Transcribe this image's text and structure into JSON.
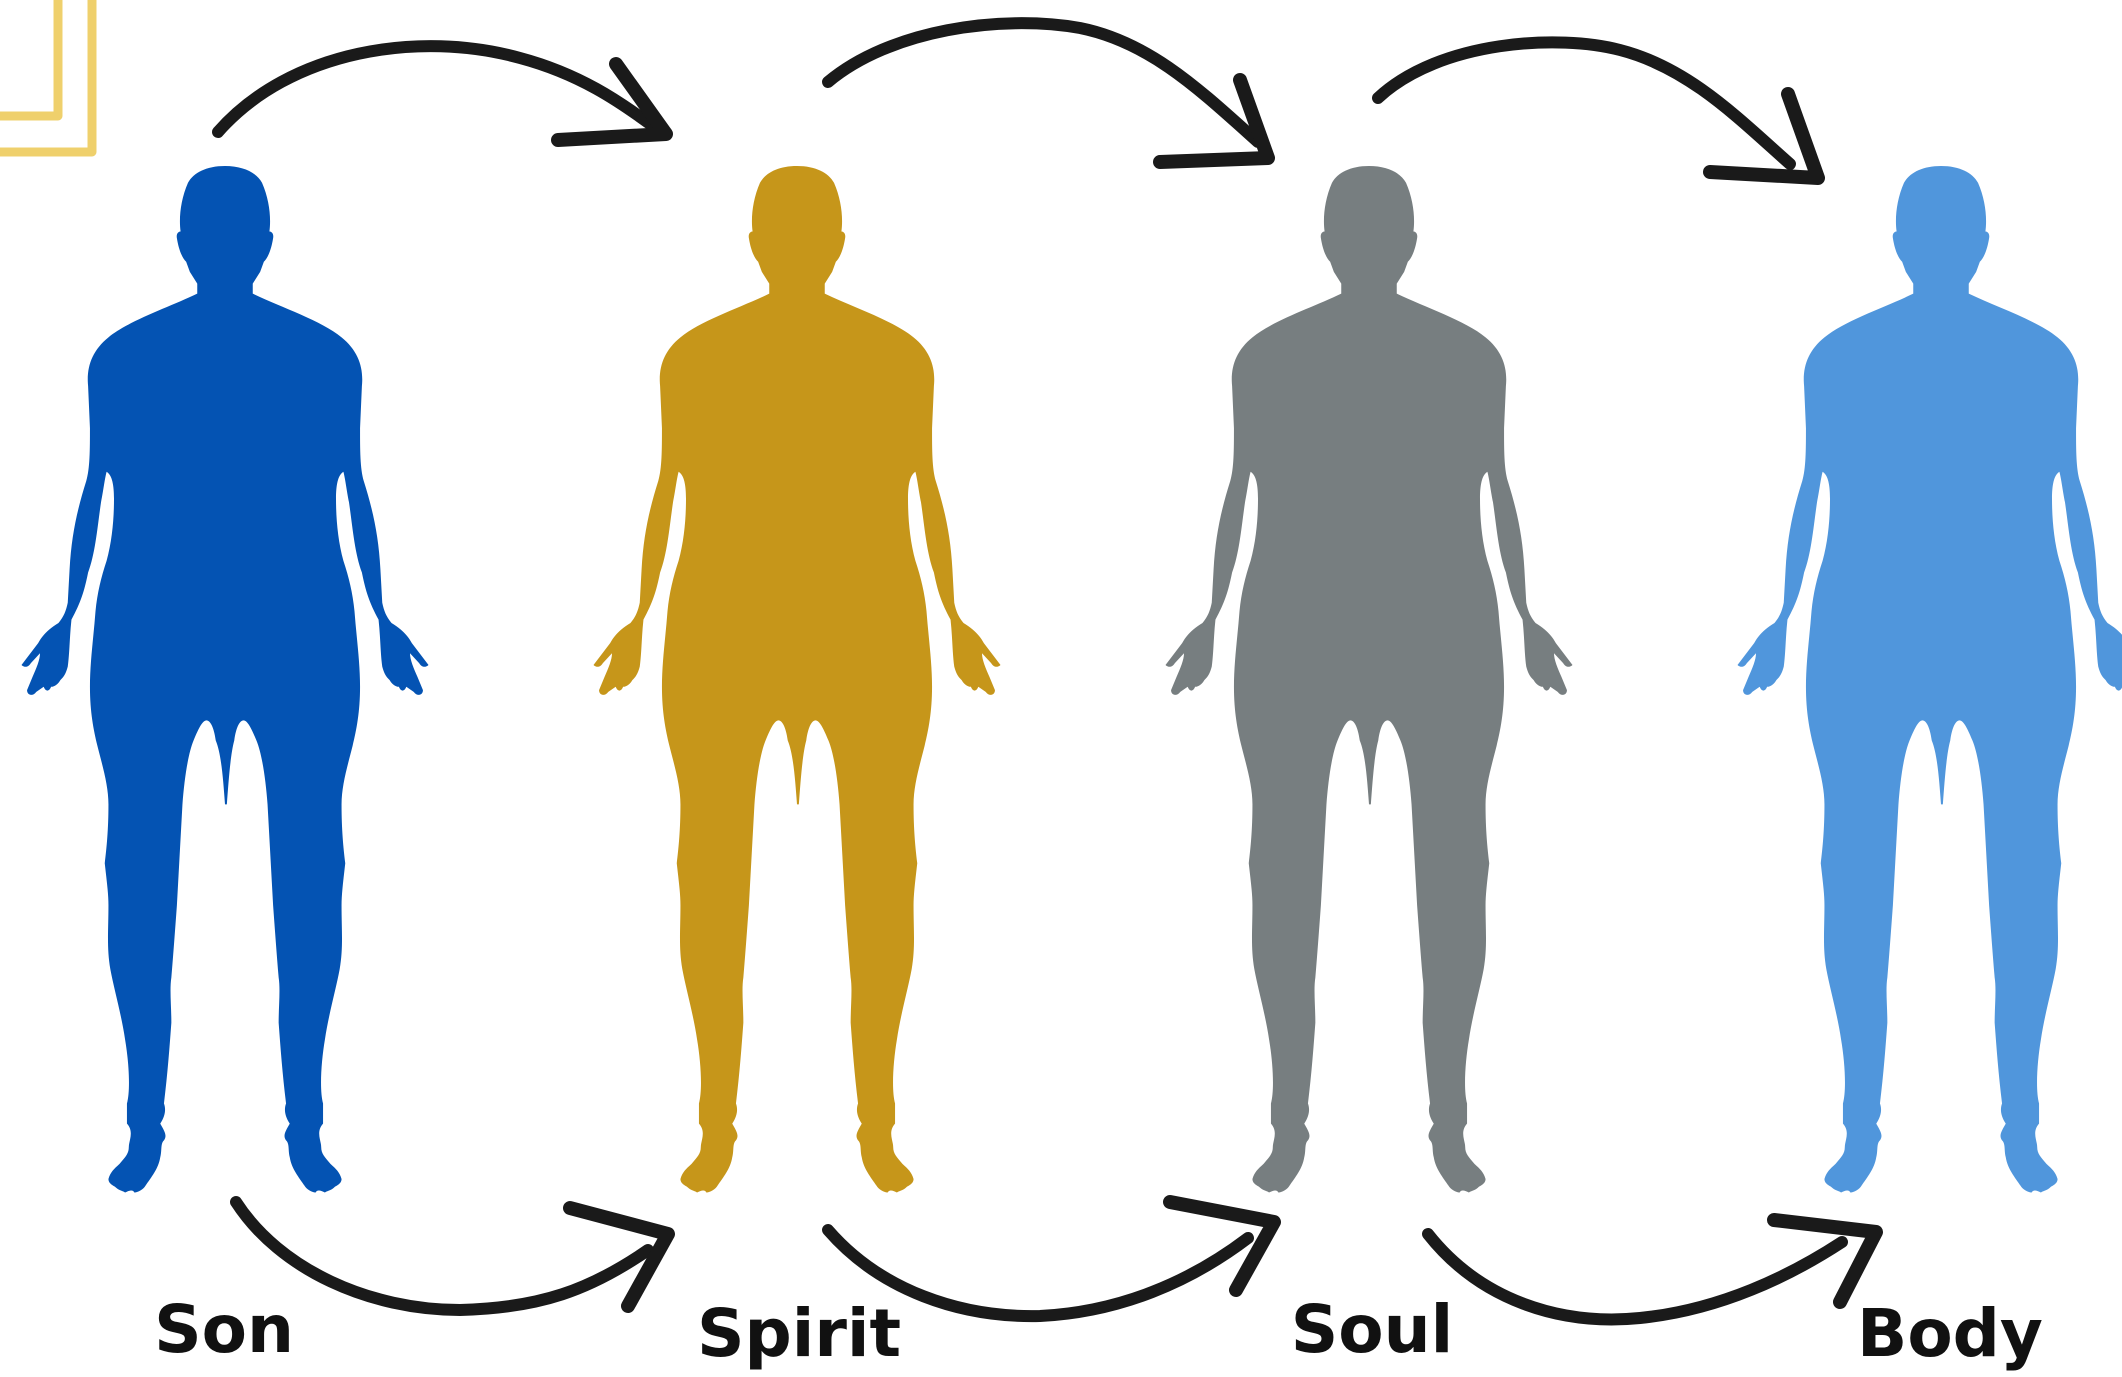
{
  "figures": [
    {
      "label": "Son",
      "color": "#0453b3"
    },
    {
      "label": "Spirit",
      "color": "#c6961a"
    },
    {
      "label": "Soul",
      "color": "#777e80"
    },
    {
      "label": "Body",
      "color": "#5096dc"
    }
  ],
  "arrow_color": "#1a1a1a",
  "corner_bracket_color": "#efd06c"
}
